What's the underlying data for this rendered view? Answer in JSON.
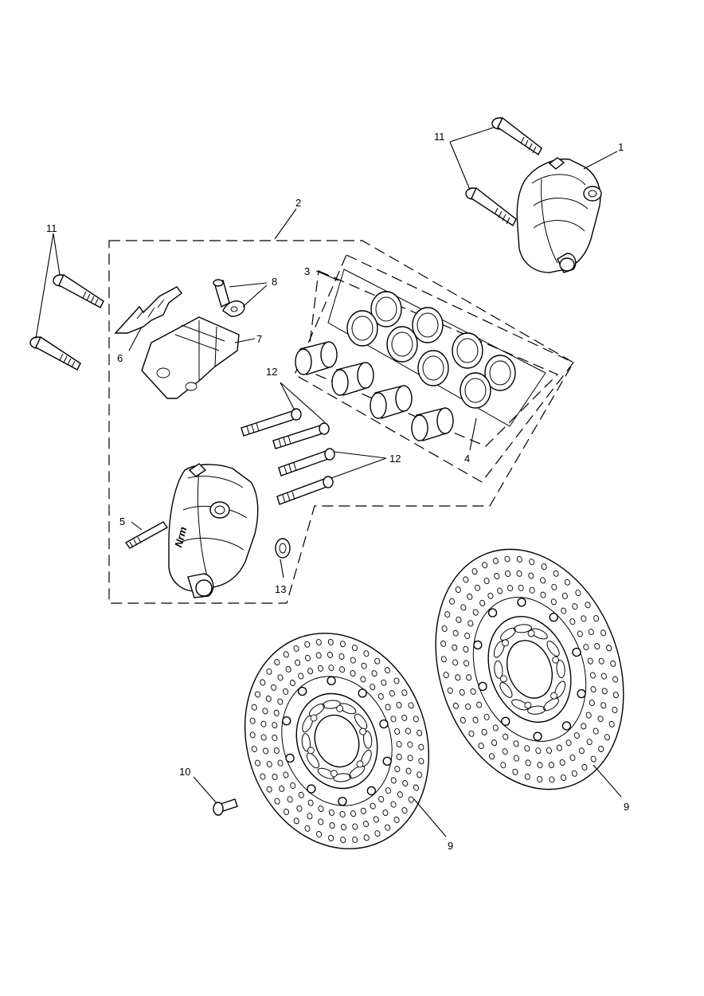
{
  "callouts": {
    "c1": "1",
    "c2": "2",
    "c3": "3",
    "c4": "4",
    "c5": "5",
    "c6": "6",
    "c7": "7",
    "c8": "8",
    "c9a": "9",
    "c9b": "9",
    "c10": "10",
    "c11a": "11",
    "c11b": "11",
    "c12a": "12",
    "c12b": "12",
    "c13": "13"
  },
  "caliper_logo": "Nrm"
}
